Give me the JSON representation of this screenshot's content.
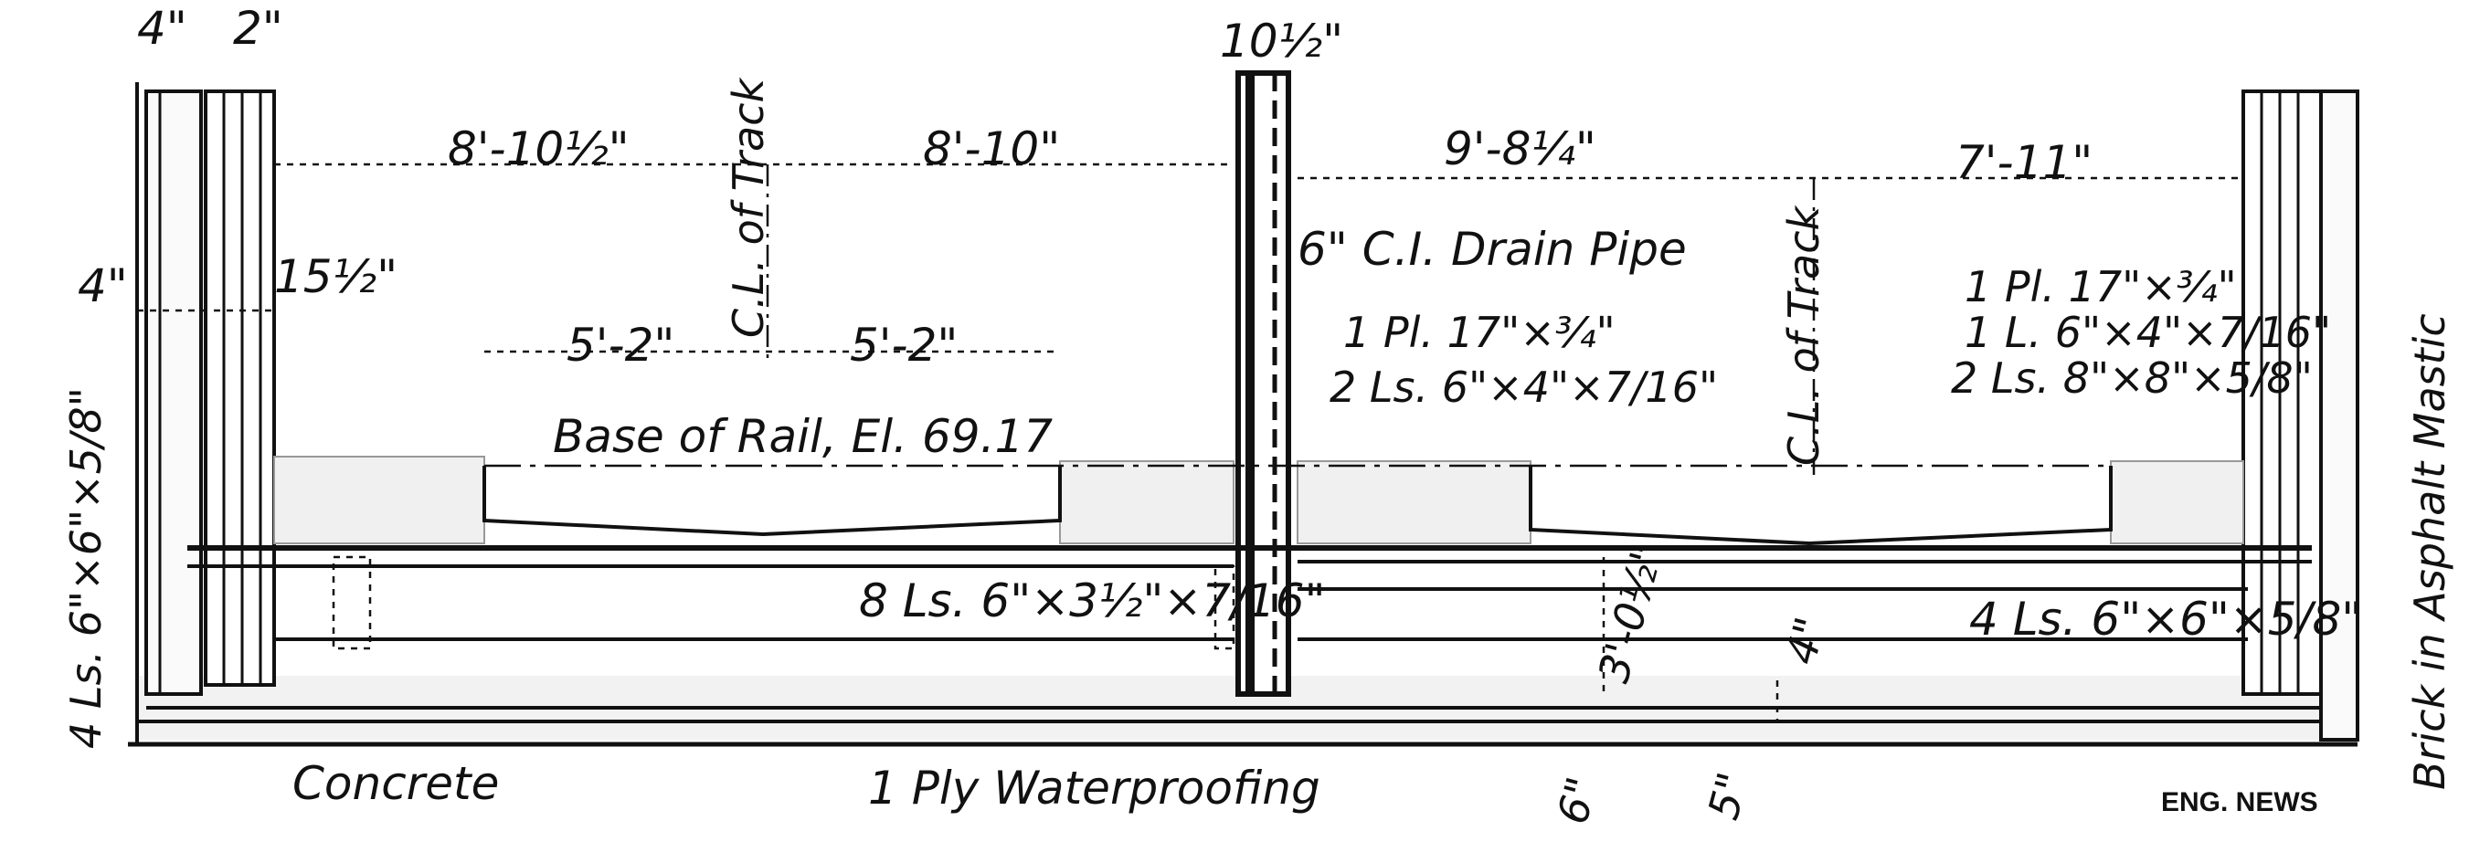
{
  "drawing": {
    "credit": "ENG. NEWS",
    "dimensions": {
      "top_wall": "4\"",
      "top_wall_inner": "2\"",
      "center_wall": "10½\"",
      "left_span_1": "8'-10½\"",
      "left_span_2": "8'-10\"",
      "right_span_1": "9'-8¼\"",
      "right_span_2": "7'-11\"",
      "left_offset": "4\"",
      "left_offset_2": "15½\"",
      "rail_left": "5'-2\"",
      "rail_right": "5'-2\"",
      "floor_depth": "3'-0½\"",
      "floor_thk": "4\"",
      "bottom_1": "6\"",
      "bottom_2": "5\""
    },
    "labels": {
      "cl_track_left": "C.L. of Track",
      "cl_track_right": "C.L. of Track",
      "drain_pipe": "6\" C.I. Drain Pipe",
      "center_col_1": "1 Pl. 17\"×¾\"",
      "center_col_2": "2 Ls. 6\"×4\"×7/16\"",
      "right_col_1": "1 Pl. 17\"×¾\"",
      "right_col_2": "1 L. 6\"×4\"×7/16\"",
      "right_col_3": "2 Ls. 8\"×8\"×5/8\"",
      "base_of_rail": "Base of Rail, El. 69.17",
      "floor_beam_left": "8 Ls. 6\"×3½\"×7/16\"",
      "floor_beam_right": "4 Ls. 6\"×6\"×5/8\"",
      "left_angles": "4 Ls. 6\"×6\"×5/8\"",
      "brick": "Brick in Asphalt Mastic",
      "concrete": "Concrete",
      "waterproofing": "1 Ply Waterproofing"
    }
  }
}
